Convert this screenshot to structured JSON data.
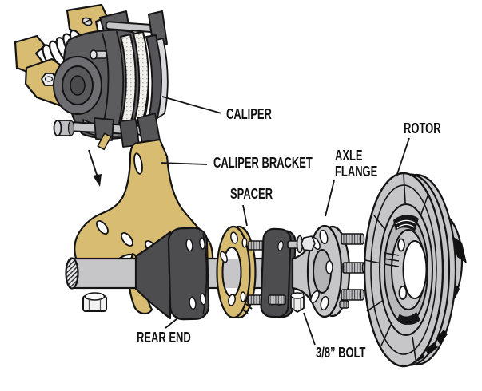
{
  "diagram": {
    "labels": {
      "caliper": "CALIPER",
      "caliper_bracket": "CALIPER BRACKET",
      "spacer": "SPACER",
      "axle_flange_line1": "AXLE",
      "axle_flange_line2": "FLANGE",
      "rotor": "ROTOR",
      "rear_end": "REAR END",
      "bolt": "3/8” BOLT"
    },
    "colors": {
      "gold": "#D8BC72",
      "light_gray": "#C6C6C8",
      "dark_gray": "#4D4C4F",
      "mid_gray": "#5C5B5E",
      "outline": "#141414",
      "background": "#FFFFFF"
    }
  }
}
